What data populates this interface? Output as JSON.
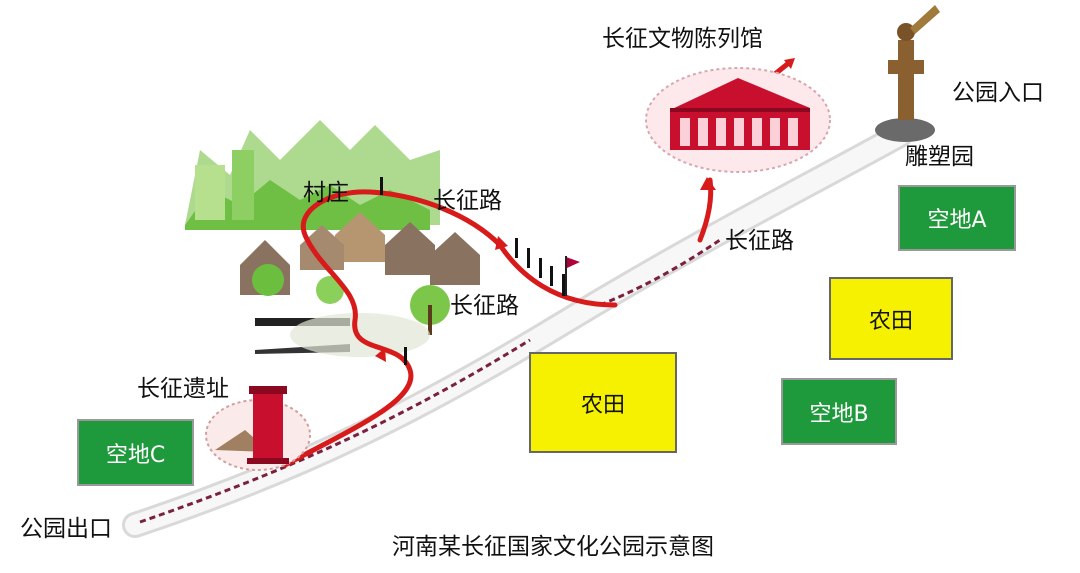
{
  "title": "河南某长征国家文化公园示意图",
  "places": {
    "exhibition_hall": "长征文物陈列馆",
    "park_entrance": "公园入口",
    "sculpture_garden": "雕塑园",
    "village": "村庄",
    "site": "长征遗址",
    "park_exit": "公园出口"
  },
  "roads": {
    "road_upper": "长征路",
    "road_middle": "长征路",
    "road_right": "长征路"
  },
  "plots": {
    "empty_a": "空地A",
    "empty_b": "空地B",
    "empty_c": "空地C",
    "farmland_1": "农田",
    "farmland_2": "农田"
  },
  "colors": {
    "route_red": "#d71a1a",
    "empty_land_green": "#1e9a3c",
    "farmland_yellow": "#f5f100",
    "monument_red": "#c8102e"
  }
}
